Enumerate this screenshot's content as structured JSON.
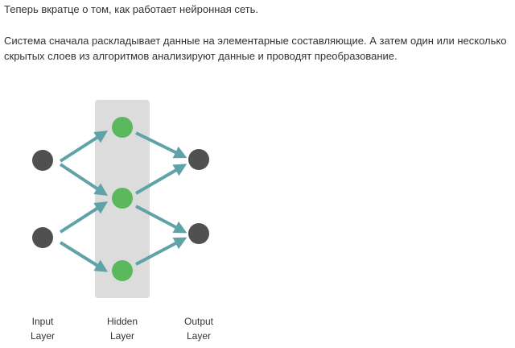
{
  "article": {
    "intro": "Теперь вкратце о том, как работает нейронная сеть.",
    "paragraph_line1": "Система сначала раскладывает данные на элементарные составляющие. А затем один или несколько",
    "paragraph_line2": "скрытых слоев из алгоритмов анализируют данные и проводят преобразование."
  },
  "diagram": {
    "layers": [
      {
        "line1": "Input",
        "line2": "Layer",
        "node_count": 2
      },
      {
        "line1": "Hidden",
        "line2": "Layer",
        "node_count": 3
      },
      {
        "line1": "Output",
        "line2": "Layer",
        "node_count": 2
      }
    ],
    "colors": {
      "input_node": "#505050",
      "hidden_node": "#5cb85c",
      "output_node": "#505050",
      "arrow": "#5fa3a8",
      "hidden_band": "#dcdcdc"
    }
  }
}
